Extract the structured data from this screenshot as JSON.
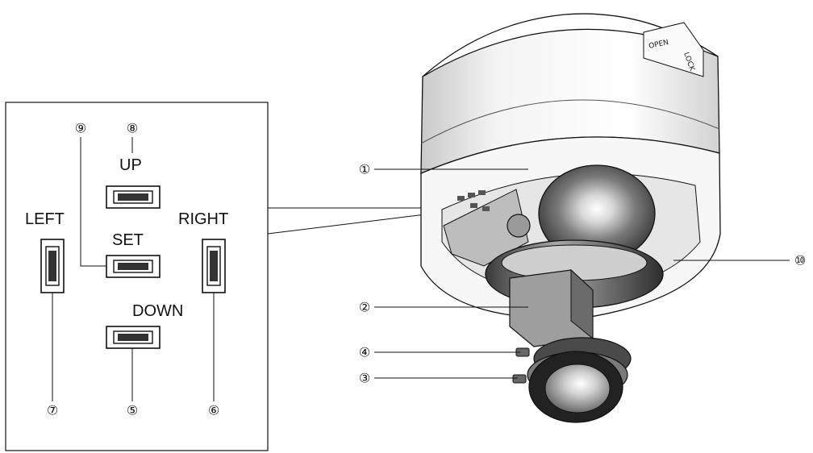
{
  "control_panel": {
    "buttons": {
      "up": "UP",
      "set": "SET",
      "down": "DOWN",
      "left": "LEFT",
      "right": "RIGHT"
    },
    "callouts": {
      "n5": "⑤",
      "n6": "⑥",
      "n7": "⑦",
      "n8": "⑧",
      "n9": "⑨"
    }
  },
  "camera": {
    "callouts": {
      "n1": "①",
      "n2": "②",
      "n3": "③",
      "n4": "④",
      "n10": "⑩"
    },
    "tab_labels": {
      "open": "OPEN",
      "lock": "LOCK"
    }
  },
  "colors": {
    "ink": "#111111",
    "background": "#ffffff"
  }
}
